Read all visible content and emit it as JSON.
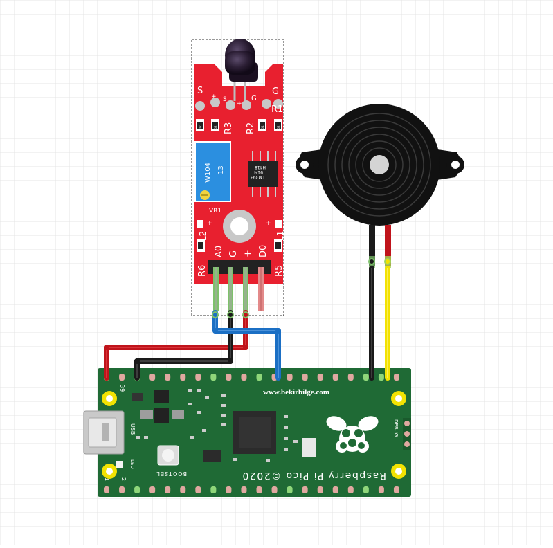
{
  "sensor": {
    "top_labels": [
      "S",
      "+",
      "S",
      "+",
      "G",
      "G"
    ],
    "resistor_labels": [
      "R1",
      "R3",
      "R2"
    ],
    "resistor_codes": [
      "102",
      "102",
      "104",
      "102"
    ],
    "pot_labels": [
      "W104",
      "13"
    ],
    "chip_labels": [
      "LM393",
      "H418",
      "91M"
    ],
    "vr_label": "VR1",
    "l_labels": [
      "L2",
      "L1",
      "+",
      "+"
    ],
    "bottom_labels": [
      "A0",
      "G",
      "+",
      "D0"
    ],
    "r_labels": [
      "R6",
      "R5"
    ]
  },
  "pico": {
    "watermark": "www.bekirbilge.com",
    "brand": "Raspberry Pi Pico ©2020",
    "usb": "USB",
    "led": "LED",
    "bootsel": "BOOTSEL",
    "debug": "DEBUG",
    "pin_numbers": [
      "39",
      "1",
      "2"
    ]
  },
  "colors": {
    "board_red": "#e8202f",
    "pico_green": "#1f6a35",
    "wire_red": "#c0141b",
    "wire_black": "#1a1a1a",
    "wire_blue": "#1b6fc4",
    "wire_yellow": "#f2e203",
    "pin_green": "#7ec16b",
    "grid": "#e4e4e4"
  }
}
